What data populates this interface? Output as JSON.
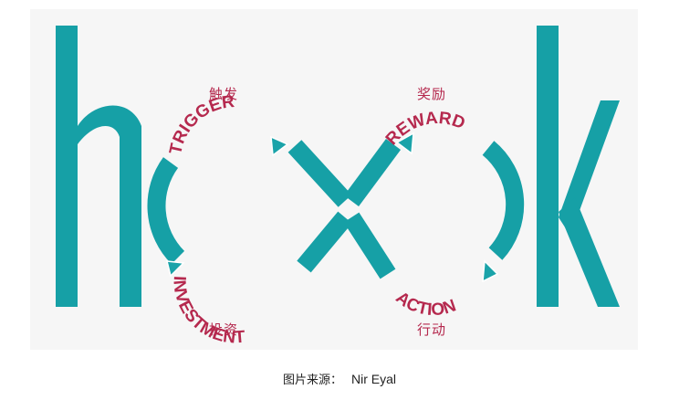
{
  "colors": {
    "teal": "#16a0a6",
    "label_red": "#b5294e",
    "arrow_teal": "#1aa3a9"
  },
  "logo": {
    "word": "hook",
    "stages": {
      "trigger": "TRIGGER",
      "reward": "REWARD",
      "action": "ACTION",
      "investment": "INVESTMENT"
    },
    "cn": {
      "trigger": "触发",
      "reward": "奖励",
      "action": "行动",
      "investment": "投资"
    }
  },
  "caption": {
    "label": "图片来源：",
    "author": "Nir Eyal"
  }
}
